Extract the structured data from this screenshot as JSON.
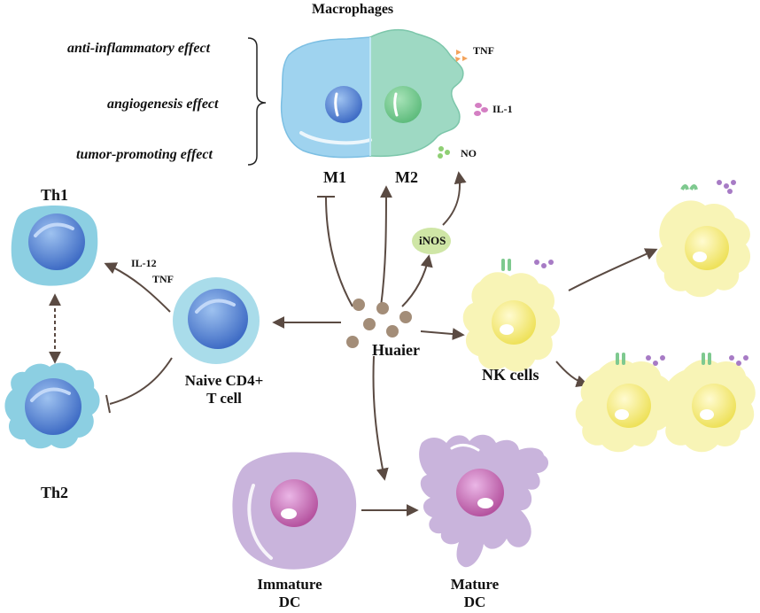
{
  "title": "Macrophages",
  "effects": [
    "anti-inflammatory effect",
    "angiogenesis effect",
    "tumor-promoting effect"
  ],
  "macrophage": {
    "m1": "M1",
    "m2": "M2"
  },
  "mediators": {
    "tnf": "TNF",
    "il1": "IL-1",
    "no": "NO",
    "inos": "iNOS"
  },
  "tcells": {
    "th1": "Th1",
    "th2": "Th2",
    "il12": "IL-12",
    "tnf": "TNF",
    "naive_line1": "Naive CD4+",
    "naive_line2": "T cell"
  },
  "center": "Huaier",
  "nk": "NK cells",
  "dc": {
    "immature_line1": "Immature",
    "immature_line2": "DC",
    "mature_line1": "Mature",
    "mature_line2": "DC"
  },
  "colors": {
    "arrow": "#5a4a42",
    "m1_cell": "#9fd3ef",
    "m2_cell": "#9ed9c3",
    "t_cell": "#8ccfe2",
    "nucleus_blue": "#4f7fd0",
    "nk_cell": "#f8f4b6",
    "nk_nucleus": "#f2ea62",
    "dc_cell": "#c9b4dc",
    "dc_nucleus": "#c36cc0",
    "huaier": "#a38d78",
    "inos": "#cfe6a6"
  }
}
